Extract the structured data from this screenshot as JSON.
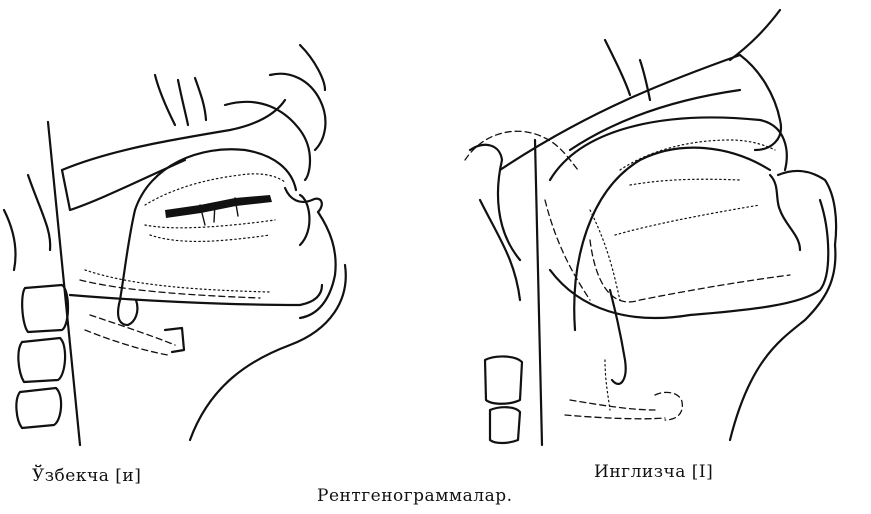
{
  "captions": {
    "left_label": "Ўзбекча [и]",
    "right_label": "Инглизча [I]",
    "main_caption": "Рентгенограммалар."
  },
  "colors": {
    "ink": "#111111",
    "background": "#ffffff"
  }
}
